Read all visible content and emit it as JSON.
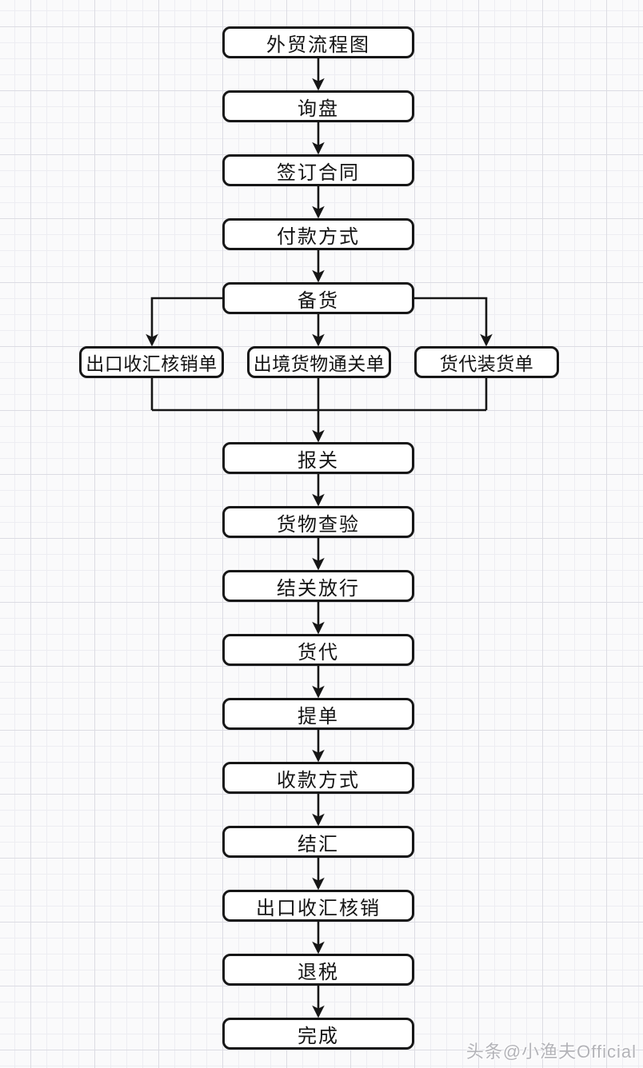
{
  "diagram": {
    "title": "外贸流程图",
    "main_nodes": [
      {
        "label": "外贸流程图"
      },
      {
        "label": "询盘"
      },
      {
        "label": "签订合同"
      },
      {
        "label": "付款方式"
      },
      {
        "label": "备货"
      },
      {
        "label": "报关"
      },
      {
        "label": "货物查验"
      },
      {
        "label": "结关放行"
      },
      {
        "label": "货代"
      },
      {
        "label": "提单"
      },
      {
        "label": "收款方式"
      },
      {
        "label": "结汇"
      },
      {
        "label": "出口收汇核销"
      },
      {
        "label": "退税"
      },
      {
        "label": "完成"
      }
    ],
    "branch_nodes": [
      {
        "label": "出口收汇核销单"
      },
      {
        "label": "出境货物通关单"
      },
      {
        "label": "货代装货单"
      }
    ],
    "edges": [
      {
        "from": "外贸流程图",
        "to": "询盘"
      },
      {
        "from": "询盘",
        "to": "签订合同"
      },
      {
        "from": "签订合同",
        "to": "付款方式"
      },
      {
        "from": "付款方式",
        "to": "备货"
      },
      {
        "from": "备货",
        "to": "出口收汇核销单"
      },
      {
        "from": "备货",
        "to": "出境货物通关单"
      },
      {
        "from": "备货",
        "to": "货代装货单"
      },
      {
        "from": "出口收汇核销单",
        "to": "报关"
      },
      {
        "from": "出境货物通关单",
        "to": "报关"
      },
      {
        "from": "货代装货单",
        "to": "报关"
      },
      {
        "from": "报关",
        "to": "货物查验"
      },
      {
        "from": "货物查验",
        "to": "结关放行"
      },
      {
        "from": "结关放行",
        "to": "货代"
      },
      {
        "from": "货代",
        "to": "提单"
      },
      {
        "from": "提单",
        "to": "收款方式"
      },
      {
        "from": "收款方式",
        "to": "结汇"
      },
      {
        "from": "结汇",
        "to": "出口收汇核销"
      },
      {
        "from": "出口收汇核销",
        "to": "退税"
      },
      {
        "from": "退税",
        "to": "完成"
      }
    ]
  },
  "watermark": {
    "text": "头条@小渔夫Official"
  },
  "colors": {
    "node_border": "#161616",
    "node_background": "#ffffff",
    "connector": "#161616",
    "grid_minor": "#ededf2",
    "grid_major": "#dcdce3",
    "page_background": "#fafafb",
    "watermark": "#b3b3b8"
  }
}
